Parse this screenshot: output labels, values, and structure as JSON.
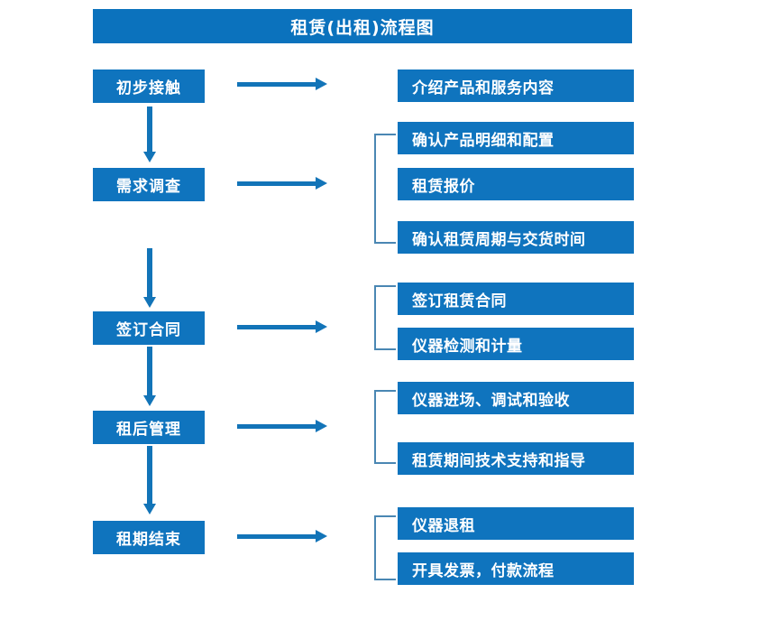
{
  "diagram": {
    "title": "租赁(出租)流程图",
    "colors": {
      "box_blue": "#0f74be",
      "title_blue": "#0b72bd",
      "arrow_blue": "#1274b8",
      "bracket_blue": "#4a87b3",
      "text_white": "#ffffff",
      "background": "#ffffff"
    },
    "stages": [
      {
        "id": "stage-1",
        "label": "初步接触",
        "arrow": "right-arrow",
        "bracketed": false,
        "details": [
          {
            "label": "介绍产品和服务内容"
          }
        ]
      },
      {
        "id": "stage-2",
        "label": "需求调查",
        "arrow": "right-arrow",
        "bracketed": true,
        "details": [
          {
            "label": "确认产品明细和配置"
          },
          {
            "label": "租赁报价"
          },
          {
            "label": "确认租赁周期与交货时间"
          }
        ]
      },
      {
        "id": "stage-3",
        "label": "签订合同",
        "arrow": "right-arrow",
        "bracketed": true,
        "details": [
          {
            "label": "签订租赁合同"
          },
          {
            "label": "仪器检测和计量"
          }
        ]
      },
      {
        "id": "stage-4",
        "label": "租后管理",
        "arrow": "right-arrow",
        "bracketed": true,
        "details": [
          {
            "label": "仪器进场、调试和验收"
          },
          {
            "label": "租赁期间技术支持和指导"
          }
        ]
      },
      {
        "id": "stage-5",
        "label": "租期结束",
        "arrow": "right-arrow",
        "bracketed": true,
        "details": [
          {
            "label": "仪器退租"
          },
          {
            "label": "开具发票，付款流程"
          }
        ]
      }
    ],
    "connectors": {
      "down_arrow_count": 4,
      "right_arrow_count": 5
    }
  }
}
